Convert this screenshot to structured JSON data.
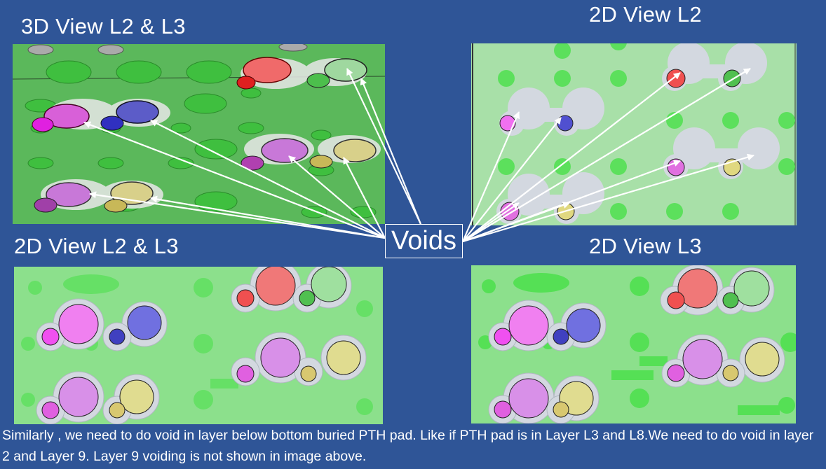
{
  "titles": {
    "view3d": "3D View L2 & L3",
    "view2d_l2": "2D View L2",
    "view2d_l2l3": "2D View L2 & L3",
    "view2d_l3": "2D View L3"
  },
  "callout": "Voids",
  "caption": "Similarly , we need to do void in layer below bottom buried PTH pad. Like if PTH pad is in Layer L3 and L8.We need to do void in layer 2 and Layer 9. Layer 9 voiding is not shown in image above.",
  "colors": {
    "background": "#2F5597",
    "board_green": "#7CE07C",
    "void_grey": "#D3D8E0",
    "red": "#F06060",
    "green": "#60D060",
    "magenta": "#E060E0",
    "blue": "#5050D0",
    "violet": "#D080E0",
    "olive": "#D8D070"
  }
}
